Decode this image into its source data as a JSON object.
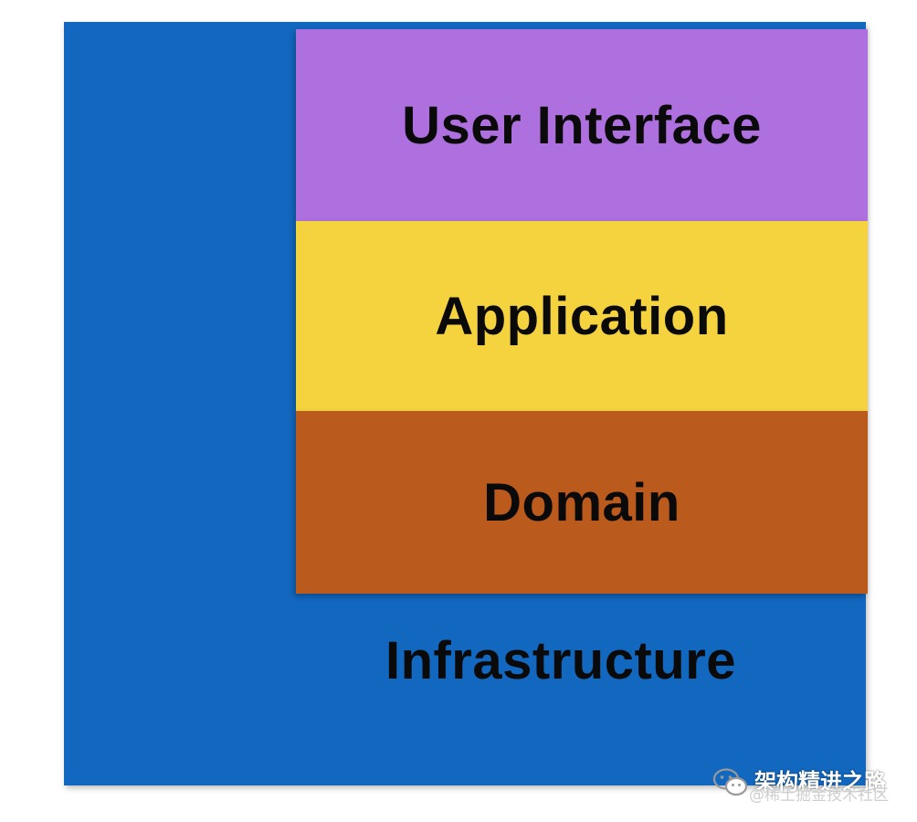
{
  "diagram": {
    "layers": [
      {
        "label": "User Interface",
        "color": "#AE70DF"
      },
      {
        "label": "Application",
        "color": "#F5D33F"
      },
      {
        "label": "Domain",
        "color": "#BA5A1C"
      }
    ],
    "infrastructure": {
      "label": "Infrastructure",
      "color": "#1267BF"
    }
  },
  "watermark": {
    "icon": "wechat-icon",
    "title": "架构精进之路",
    "subtitle": "@稀土掘金技术社区"
  }
}
